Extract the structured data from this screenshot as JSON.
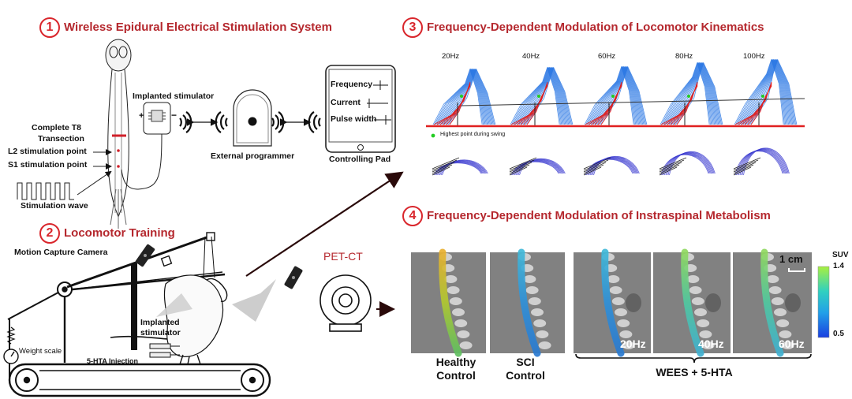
{
  "sections": {
    "s1": {
      "num": "1",
      "title": "Wireless Epidural Electrical Stimulation System"
    },
    "s2": {
      "num": "2",
      "title": "Locomotor Training"
    },
    "s3": {
      "num": "3",
      "title": "Frequency-Dependent Modulation of Locomotor Kinematics"
    },
    "s4": {
      "num": "4",
      "title": "Frequency-Dependent Modulation of Instraspinal Metabolism"
    }
  },
  "panel1": {
    "implanted_stimulator": "Implanted stimulator",
    "complete_t8_line1": "Complete T8",
    "complete_t8_line2": "Transection",
    "l2_point": "L2 stimulation point",
    "s1_point": "S1 stimulation point",
    "stimulation_wave": "Stimulation wave",
    "external_programmer": "External programmer",
    "controlling_pad": "Controlling Pad",
    "pad_frequency": "Frequency",
    "pad_current": "Current",
    "pad_pulse_width": "Pulse width"
  },
  "panel2": {
    "motion_capture_camera": "Motion Capture Camera",
    "implanted_line1": "Implanted",
    "implanted_line2": "stimulator",
    "weight_scale": "Weight  scale",
    "injection": "5-HTA Injection"
  },
  "panel3": {
    "frequencies": [
      "20Hz",
      "40Hz",
      "60Hz",
      "80Hz",
      "100Hz"
    ],
    "legend_note": "Highest point during swing",
    "colors": {
      "stick": "#2b78e4",
      "hindlimb": "#e02020",
      "ground": "#e02020",
      "trajectory": "#3a3ad0",
      "marker": "#22cc22"
    }
  },
  "panel4": {
    "pet_ct": "PET-CT",
    "scale_bar": "1 cm",
    "suv_label": "SUV",
    "suv_max": "1.4",
    "suv_min": "0.5",
    "image_labels": [
      "20Hz",
      "40Hz",
      "60Hz"
    ],
    "group_healthy_line1": "Healthy",
    "group_healthy_line2": "Control",
    "group_sci_line1": "SCI",
    "group_sci_line2": "Control",
    "group_wees": "WEES + 5-HTA"
  }
}
